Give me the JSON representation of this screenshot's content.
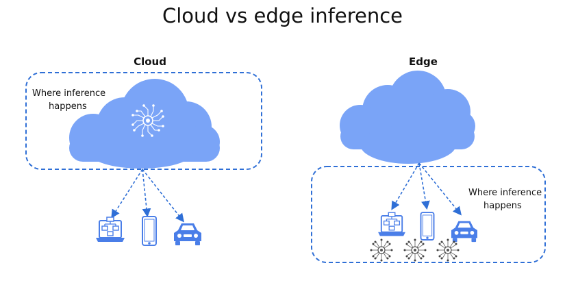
{
  "title": "Cloud vs edge inference",
  "cloud": {
    "label": "Cloud",
    "note_line1": "Where inference",
    "note_line2": "happens"
  },
  "edge": {
    "label": "Edge",
    "note_line1": "Where inference",
    "note_line2": "happens"
  },
  "colors": {
    "cloud_fill": "#7aa4f7",
    "dashed_border": "#2f6fd6",
    "device": "#4a7ee8",
    "text": "#111111"
  },
  "icons": {
    "cloud_center": "circuit-chip-icon",
    "devices": [
      "laptop-icon",
      "smartphone-icon",
      "car-icon"
    ],
    "edge_chips": [
      "circuit-chip-icon",
      "circuit-chip-icon",
      "circuit-chip-icon"
    ]
  }
}
